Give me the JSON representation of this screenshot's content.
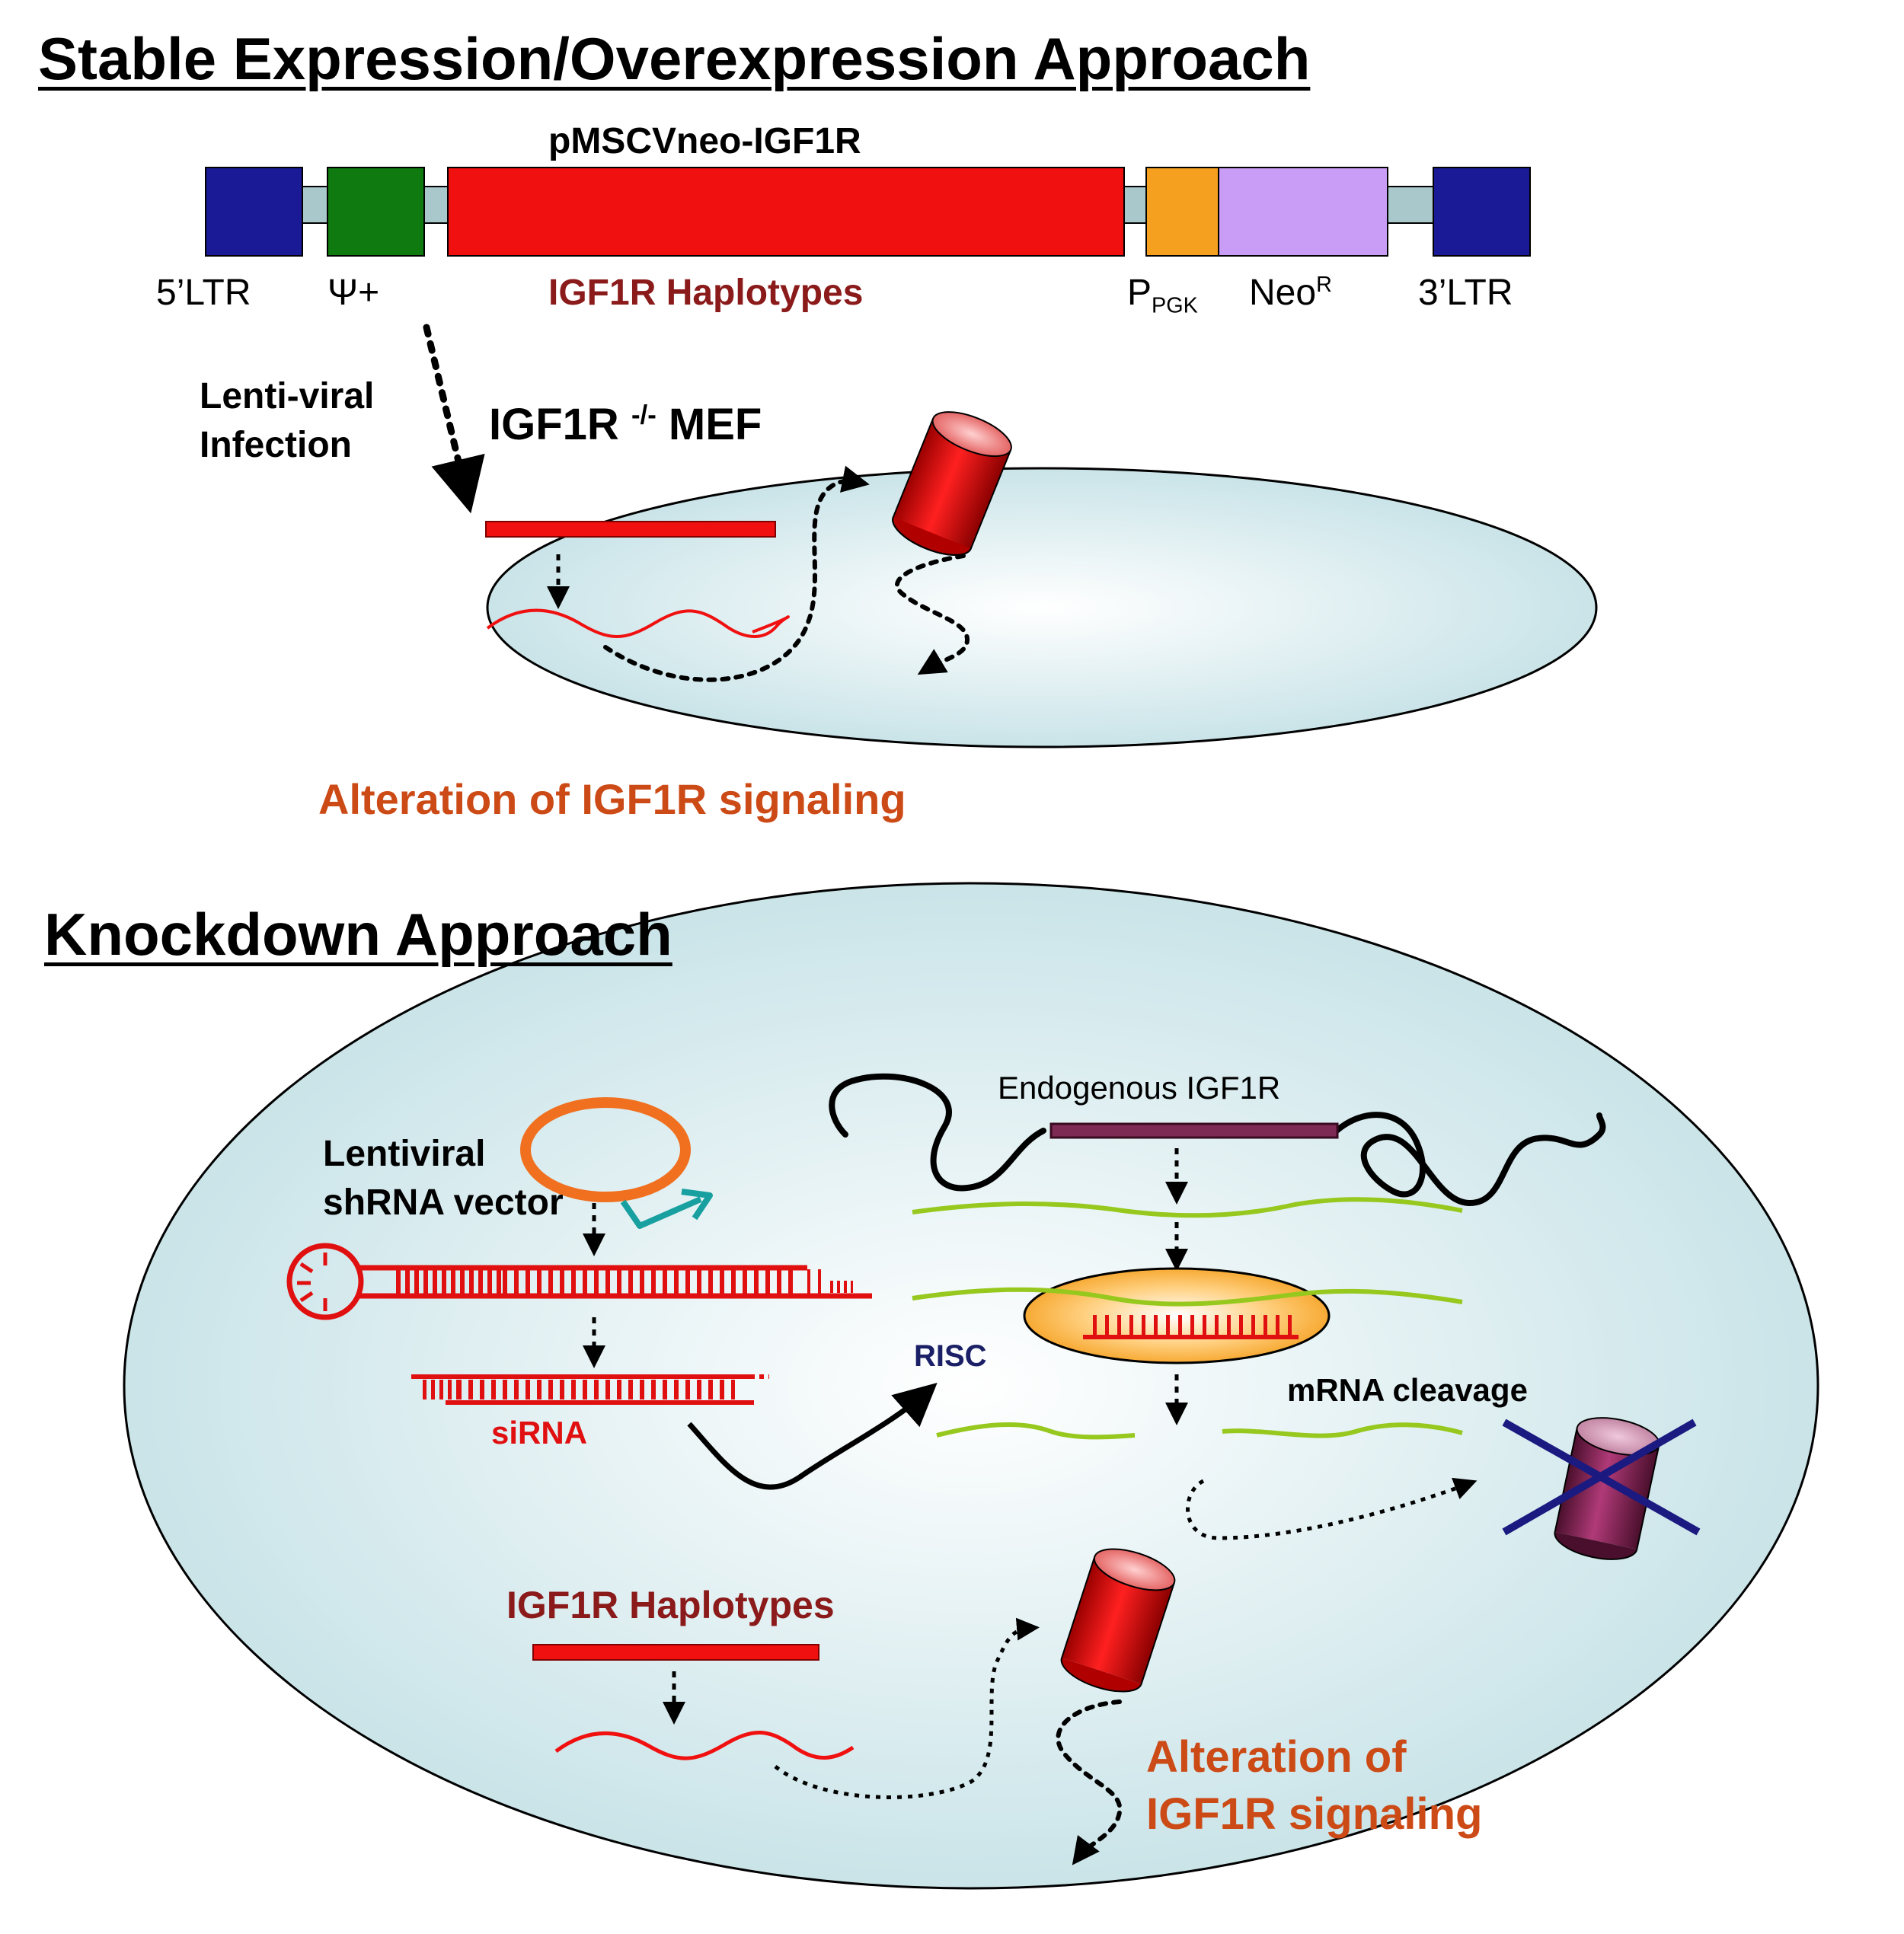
{
  "colors": {
    "ltr": "#1a1a96",
    "psi": "#0f7a10",
    "igf1r": "#f01010",
    "ppgk": "#f5a01e",
    "neo": "#c99cf5",
    "linker": "#a8c8cc",
    "cell_fill": "#c4e1e6",
    "orange_text": "#cc4a16",
    "dark_red_text": "#8b1a1a",
    "endogenous_bar": "#7d2a55",
    "mrna_green": "#96c81e",
    "risc": "#f5a020",
    "vector_ring": "#f07020",
    "promoter_arrow": "#18a0a0",
    "cross": "#1a1a80"
  },
  "top": {
    "title": "Stable Expression/Overexpression Approach",
    "construct_name": "pMSCVneo-IGF1R",
    "segments": {
      "ltr5": "5’LTR",
      "psi": "Ψ+",
      "igf1r": "IGF1R Haplotypes",
      "ppgk_main": "P",
      "ppgk_sub": "PGK",
      "neo_main": "Neo",
      "neo_sup": "R",
      "ltr3": "3’LTR"
    },
    "infection_line1": "Lenti-viral",
    "infection_line2": "Infection",
    "cell_main": "IGF1R",
    "cell_sup": "-/-",
    "cell_suffix": "MEF",
    "outcome": "Alteration of IGF1R signaling"
  },
  "bottom": {
    "title": "Knockdown Approach",
    "vector_line1": "Lentiviral",
    "vector_line2": "shRNA vector",
    "sirna": "siRNA",
    "risc": "RISC",
    "endogenous": "Endogenous IGF1R",
    "cleavage": "mRNA cleavage",
    "haplotypes": "IGF1R Haplotypes",
    "outcome_line1": "Alteration of",
    "outcome_line2": "IGF1R signaling"
  }
}
